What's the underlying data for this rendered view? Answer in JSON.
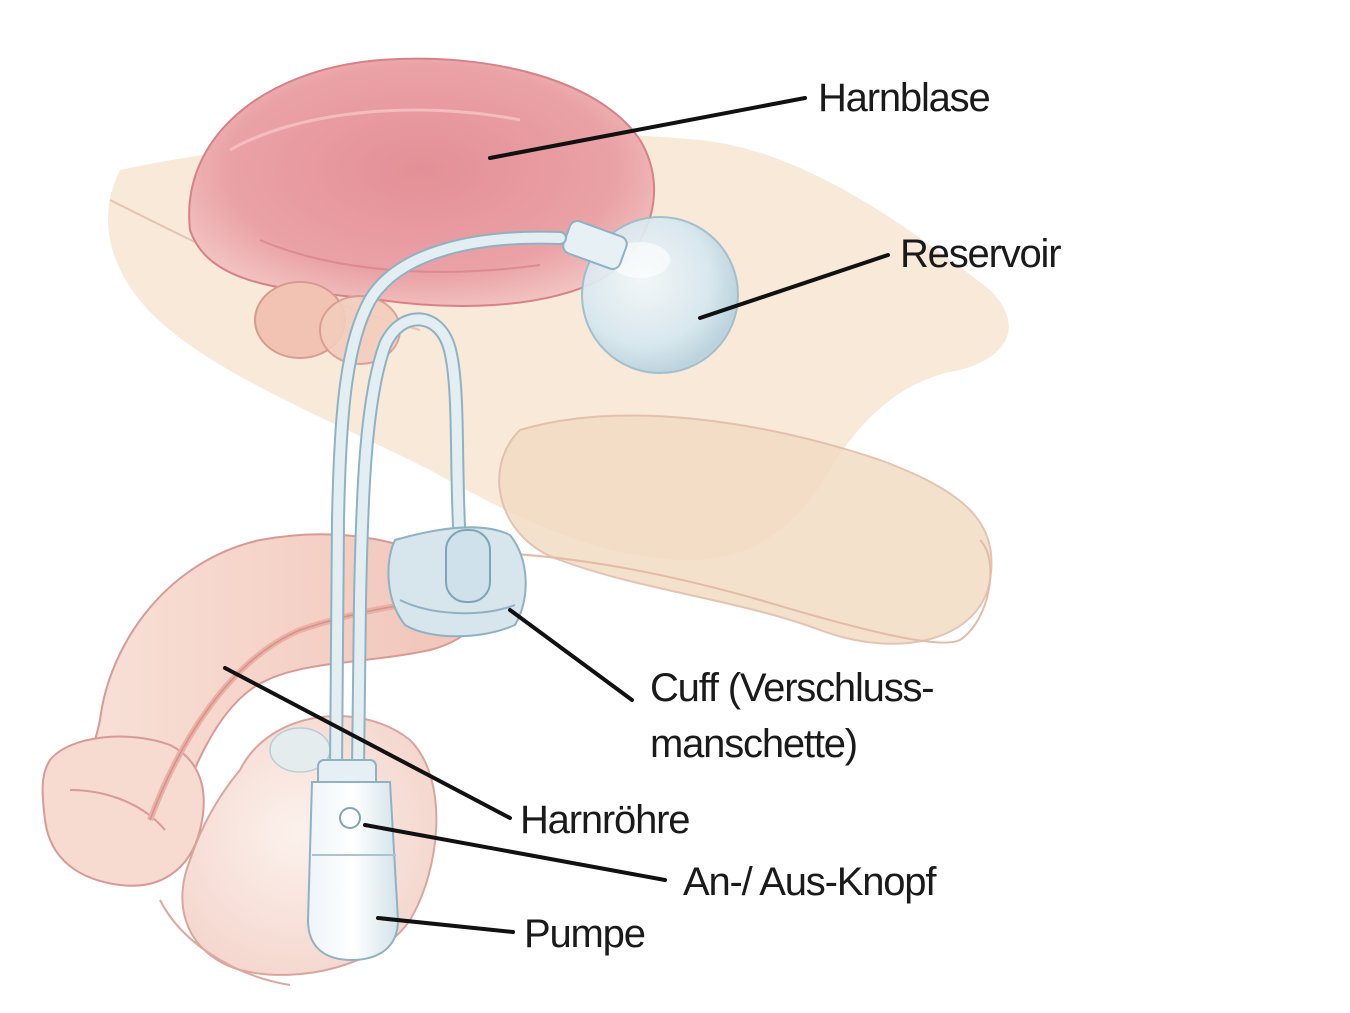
{
  "labels": {
    "harnblase": "Harnblase",
    "reservoir": "Reservoir",
    "cuff_line1": "Cuff (Verschluss-",
    "cuff_line2": "manschette)",
    "harnroehre": "Harnröhre",
    "knopf": "An-/ Aus-Knopf",
    "pumpe": "Pumpe"
  },
  "colors": {
    "bladder": "#e89aa0",
    "tissue": "#f6d9cf",
    "tissue_outline": "#d99a96",
    "pelvis": "#f3dcc2",
    "implant": "#dbe9ef",
    "implant_outline": "#8fb2c2",
    "leader_line": "#111111"
  }
}
